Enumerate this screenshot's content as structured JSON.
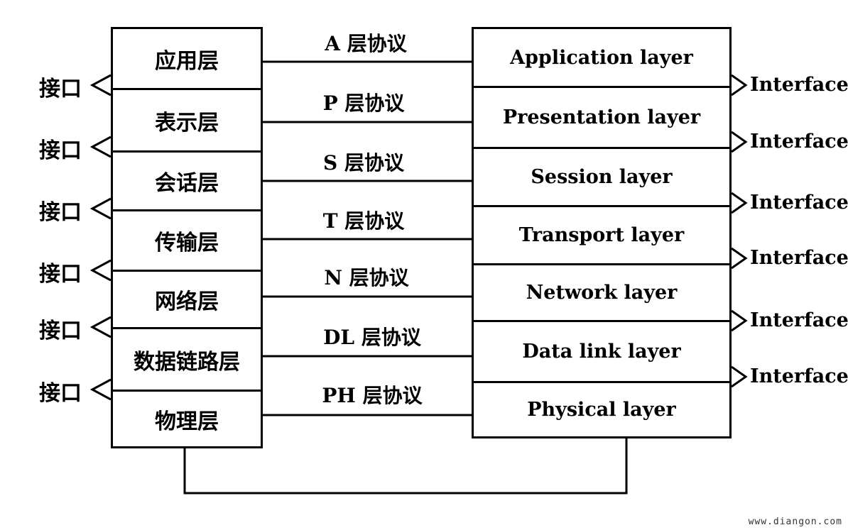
{
  "left_layers": [
    "应用层",
    "表示层",
    "会话层",
    "传输层",
    "网络层",
    "数据链路层",
    "物理层"
  ],
  "right_layers": [
    "Application layer",
    "Presentation layer",
    "Session layer",
    "Transport layer",
    "Network layer",
    "Data link layer",
    "Physical layer"
  ],
  "protocols": [
    "A 层协议",
    "P 层协议",
    "S 层协议",
    "T 层协议",
    "N 层协议",
    "DL 层协议",
    "PH 层协议"
  ],
  "left_interface_label": "接口",
  "right_interface_label": "Interface",
  "watermark": "www.diangon.com"
}
